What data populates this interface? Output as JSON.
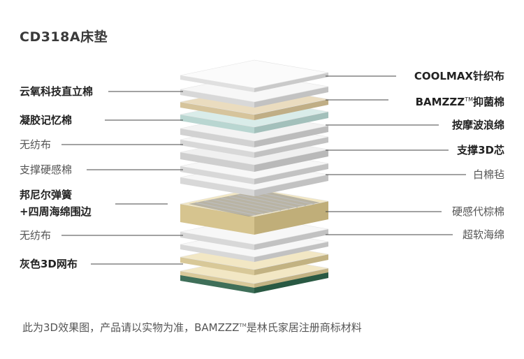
{
  "title": "CD318A床垫",
  "left_labels": [
    {
      "text": "云氧科技直立棉",
      "weight": "bold"
    },
    {
      "text": "凝胶记忆棉",
      "weight": "bold"
    },
    {
      "text": "无纺布",
      "weight": "thin"
    },
    {
      "text": "支撑硬感棉",
      "weight": "thin"
    },
    {
      "text": "邦尼尔弹簧",
      "weight": "bold"
    },
    {
      "text": "+四周海绵围边",
      "weight": "bold"
    },
    {
      "text": "无纺布",
      "weight": "thin"
    },
    {
      "text": "灰色3D网布",
      "weight": "bold"
    }
  ],
  "right_labels": [
    {
      "text": "COOLMAX针织布",
      "weight": "bold"
    },
    {
      "text": "BAMZZZ",
      "sup": "TM",
      "suffix": "抑菌棉",
      "weight": "bold"
    },
    {
      "text": "按摩波浪绵",
      "weight": "bold"
    },
    {
      "text": "支撑3D芯",
      "weight": "bold"
    },
    {
      "text": "白棉毡",
      "weight": "thin"
    },
    {
      "text": "硬感代棕棉",
      "weight": "thin"
    },
    {
      "text": "超软海绵",
      "weight": "thin"
    }
  ],
  "footer": {
    "before": "此为3D效果图，产品请以实物为准，BAMZZZ",
    "sup": "TM",
    "after": "是林氏家居注册商标材料"
  },
  "colors": {
    "line": "#444444",
    "layer_white": "#f7f7f7",
    "layer_edge": "#d8d8d8",
    "bamboo": "#eadcbf",
    "gel": "#d9ece9",
    "foam_frame": "#f2e7c4",
    "spring": "#8a8a8a",
    "mesh": "#4a4a48",
    "mesh_edge": "#3f6f59"
  }
}
